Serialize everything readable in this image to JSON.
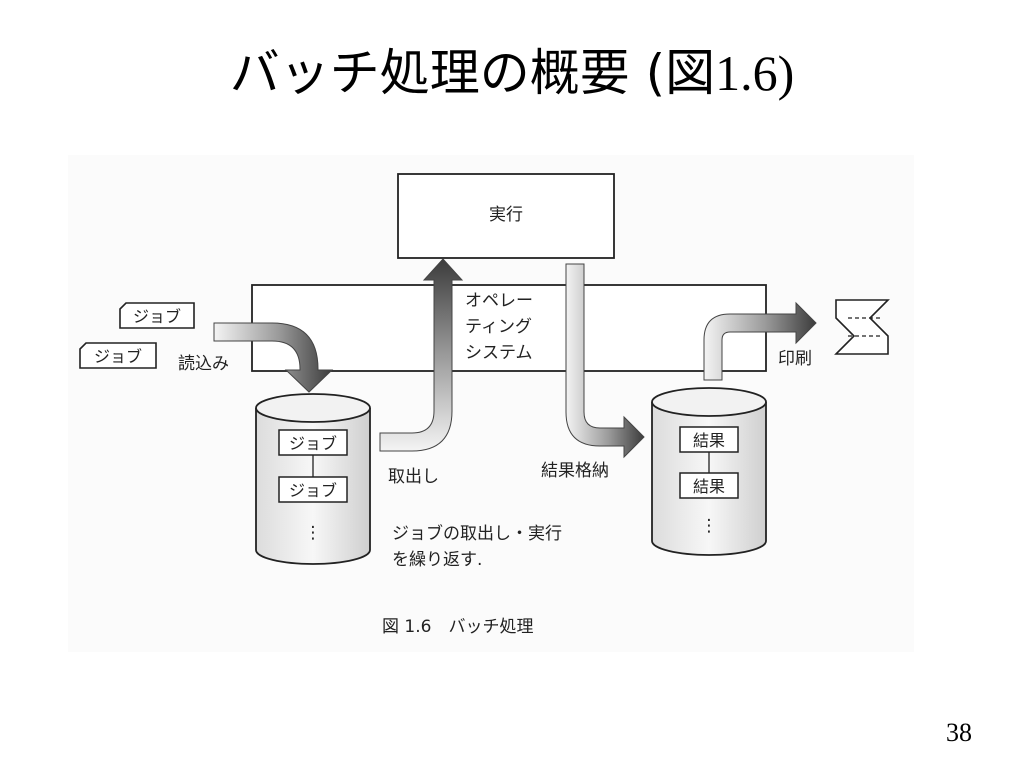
{
  "slide": {
    "title_text": "バッチ処理の概要 (図",
    "title_num": "1.6)",
    "page_number": "38"
  },
  "diagram": {
    "execute_label": "実行",
    "os_label_lines": [
      "オペレー",
      "ティング",
      "システム"
    ],
    "job_label": "ジョブ",
    "read_label": "読込み",
    "fetch_label": "取出し",
    "store_label": "結果格納",
    "print_label": "印刷",
    "result_label": "結果",
    "ellipsis": "⋮",
    "note_lines": [
      "ジョブの取出し・実行",
      "を繰り返す."
    ],
    "caption": "図 1.6　バッチ処理"
  }
}
